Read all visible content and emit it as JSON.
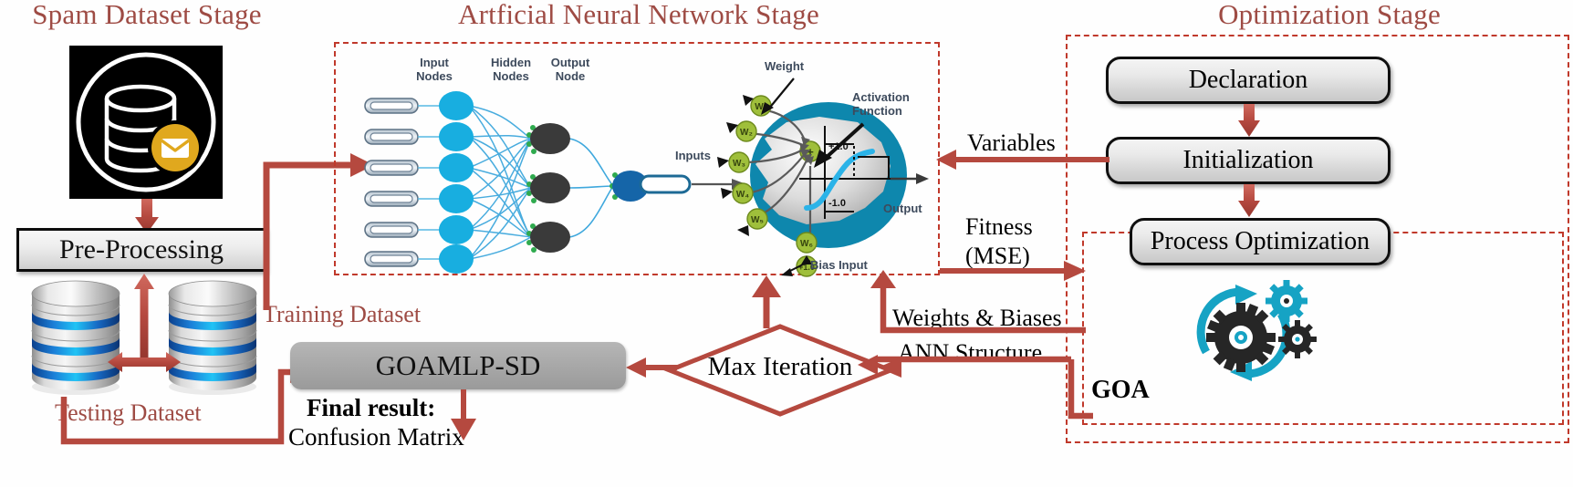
{
  "stages": {
    "spam": {
      "title": "Spam Dataset Stage"
    },
    "ann": {
      "title": "Artficial Neural Network Stage"
    },
    "opt": {
      "title": "Optimization Stage"
    }
  },
  "spam_stage": {
    "dataset_icon": "spam-database-icon",
    "preprocessing_label": "Pre-Processing",
    "testing_dataset_label": "Testing Dataset",
    "training_dataset_label": "Training Dataset",
    "db_left_icon": "database-cylinder-icon",
    "db_right_icon": "database-cylinder-icon"
  },
  "ann_stage": {
    "input_nodes_label": "Input\nNodes",
    "hidden_nodes_label": "Hidden\nNodes",
    "output_node_label": "Output\nNode",
    "input_count": 6,
    "hidden_count": 3,
    "output_count": 1,
    "neuron_detail": {
      "weight_label": "Weight",
      "inputs_label": "Inputs",
      "activation_label": "Activation\nFunction",
      "output_label": "Output",
      "bias_label": "Bias Input",
      "bias_value": "+1.0",
      "axis_high": "+1.0",
      "axis_low": "-1.0",
      "weights": [
        "W₁",
        "W₂",
        "W₃",
        "W₄",
        "W₅",
        "W₆"
      ]
    }
  },
  "opt_stage": {
    "boxes": [
      {
        "label": "Declaration"
      },
      {
        "label": "Initialization"
      },
      {
        "label": "Process Optimization"
      }
    ],
    "goa_label": "GOA",
    "goa_icon": "gears-cycle-icon"
  },
  "connectors": {
    "variables": "Variables",
    "fitness": "Fitness\n(MSE)",
    "fitness_line1": "Fitness",
    "fitness_line2": "(MSE)",
    "weights_biases": "Weights & Biases",
    "ann_structure": "ANN Structure",
    "max_iteration": "Max Iteration"
  },
  "result": {
    "model_label": "GOAMLP-SD",
    "final_result_label": "Final result:",
    "final_result_value": "Confusion Matrix"
  },
  "colors": {
    "title_red": "#9e4b44",
    "dashed_red": "#c0392b",
    "arrow_red": "#b5493f",
    "node_cyan": "#18aee0",
    "node_dark": "#3a3a3a",
    "node_output_blue": "#1565a8",
    "weight_green": "#9fbf3b",
    "neuron_teal": "#0e87ad",
    "gear_dark": "#262626",
    "gear_teal": "#16a3c4",
    "envelope_gold": "#e0a81e",
    "box_gray": "#a8a8a8"
  }
}
